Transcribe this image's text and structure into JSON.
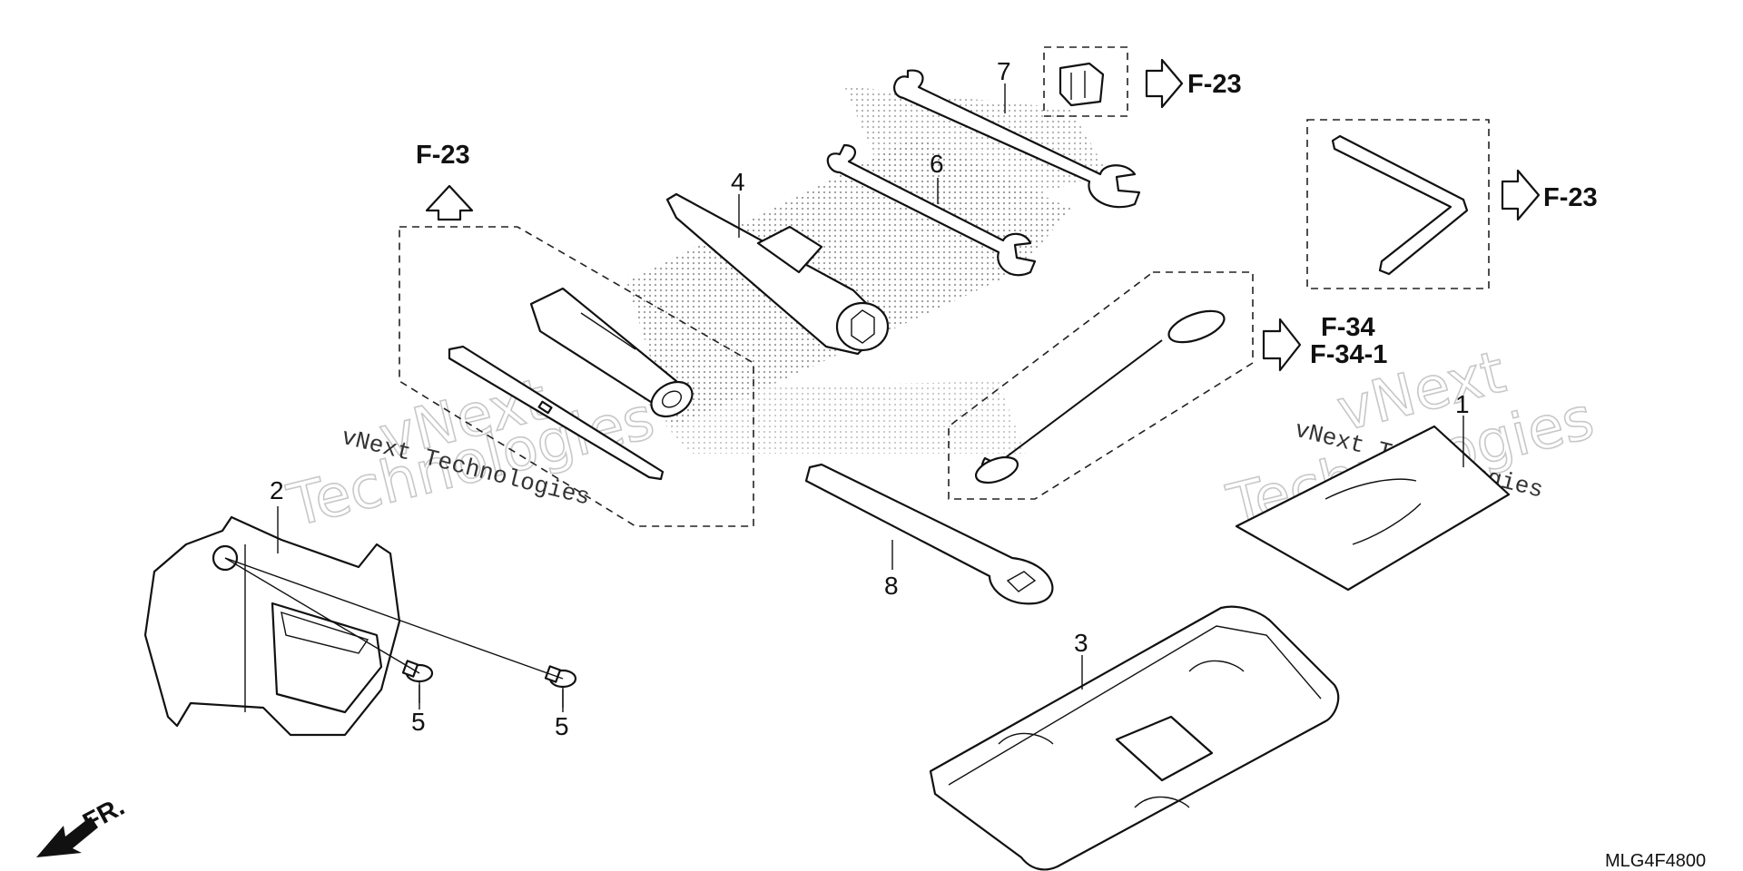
{
  "diagram": {
    "part_numbers": {
      "p1": "1",
      "p2": "2",
      "p3": "3",
      "p4": "4",
      "p5a": "5",
      "p5b": "5",
      "p6": "6",
      "p7": "7",
      "p8": "8"
    },
    "references": {
      "ref_top_left": "F-23",
      "ref_top_center": "F-23",
      "ref_right": "F-23",
      "ref_cable_a": "F-34",
      "ref_cable_b": "F-34-1"
    },
    "direction_label": "FR.",
    "diagram_code": "MLG4F4800",
    "watermarks": {
      "brand_line1": "vNext",
      "brand_line2": "Technologies",
      "brand_full": "vNext Technologies"
    },
    "colors": {
      "line": "#111111",
      "stipple": "#9a9a9a",
      "watermark": "#c8c8c8"
    }
  }
}
